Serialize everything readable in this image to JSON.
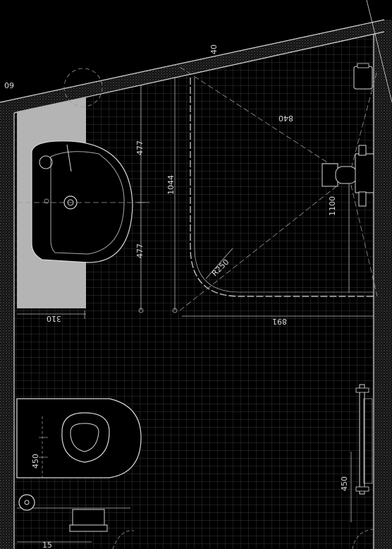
{
  "plan": {
    "colors": {
      "background": "#000000",
      "lines": "#d9d9d9",
      "grid": "#4a4a4a",
      "counter": "#b4b4b4",
      "wall_hatch": "#777777"
    },
    "dimensions": {
      "wall_angle": "40",
      "wall_offset": "60",
      "shower_diagonal": "840",
      "shower_height": "1100",
      "radius": "R250",
      "shower_width": "891",
      "basin_top": "477",
      "basin_bottom": "477",
      "basin_total": "1044",
      "counter_depth": "310",
      "toilet_left": "450",
      "grab_bar": "450",
      "bottom_offset": "15"
    },
    "fixtures": {
      "basin": "washbasin",
      "toilet": "wall-hung toilet",
      "shower": "walk-in shower",
      "grab_bar": "grab bar",
      "towel_rail": "towel rail"
    }
  }
}
